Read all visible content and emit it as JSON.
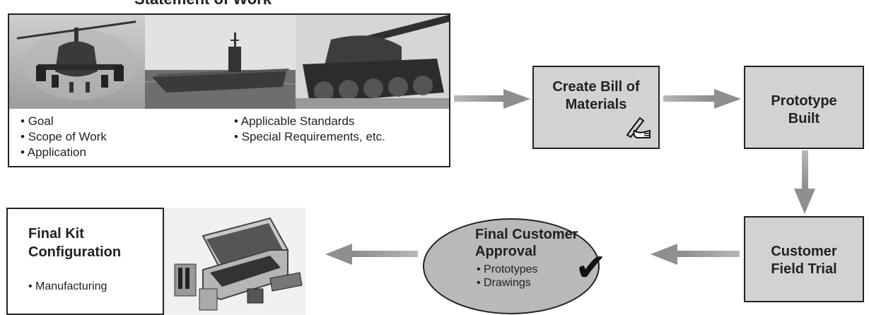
{
  "statement": {
    "title": "Statement of Work",
    "bullets_left": [
      "Goal",
      "Scope of Work",
      "Application"
    ],
    "bullets_right": [
      "Applicable Standards",
      "Special Requirements, etc."
    ]
  },
  "steps": {
    "bom": {
      "line1": "Create Bill of",
      "line2": "Materials",
      "icon": "writing-hand-icon"
    },
    "prototype": {
      "line1": "Prototype",
      "line2": "Built"
    },
    "field_trial": {
      "line1": "Customer",
      "line2": "Field Trial"
    },
    "approval": {
      "line1": "Final Customer",
      "line2": "Approval",
      "bullets": [
        "Prototypes",
        "Drawings"
      ],
      "icon": "checkmark-icon"
    },
    "final": {
      "line1": "Final Kit",
      "line2": "Configuration",
      "bullet": "Manufacturing"
    }
  },
  "colors": {
    "box_fill": "#d2d2d2",
    "arrow": "#9a9a9a",
    "border": "#222222"
  }
}
